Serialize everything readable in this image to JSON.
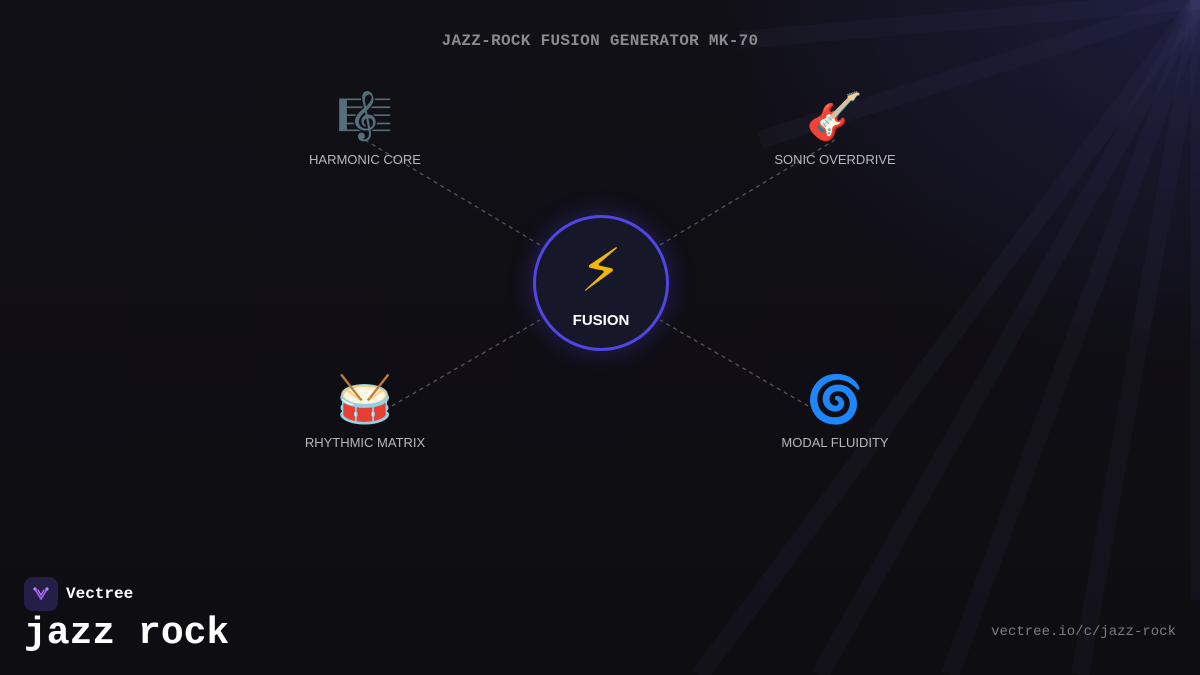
{
  "title": "JAZZ-ROCK FUSION GENERATOR MK-70",
  "hub": {
    "icon": "⚡",
    "icon_name": "lightning-bolt-icon",
    "label": "FUSION",
    "ring_color": "#4f46e5"
  },
  "nodes": [
    {
      "icon": "🎼",
      "icon_name": "musical-score-icon",
      "label": "HARMONIC CORE"
    },
    {
      "icon": "🎸",
      "icon_name": "guitar-icon",
      "label": "SONIC OVERDRIVE"
    },
    {
      "icon": "🥁",
      "icon_name": "drum-icon",
      "label": "RHYTHMIC MATRIX"
    },
    {
      "icon": "🌀",
      "icon_name": "cyclone-icon",
      "label": "MODAL FLUIDITY"
    }
  ],
  "brand": {
    "name": "Vectree",
    "logo_icon": "vectree-logo-icon"
  },
  "genre": "jazz rock",
  "url": "vectree.io/c/jazz-rock"
}
